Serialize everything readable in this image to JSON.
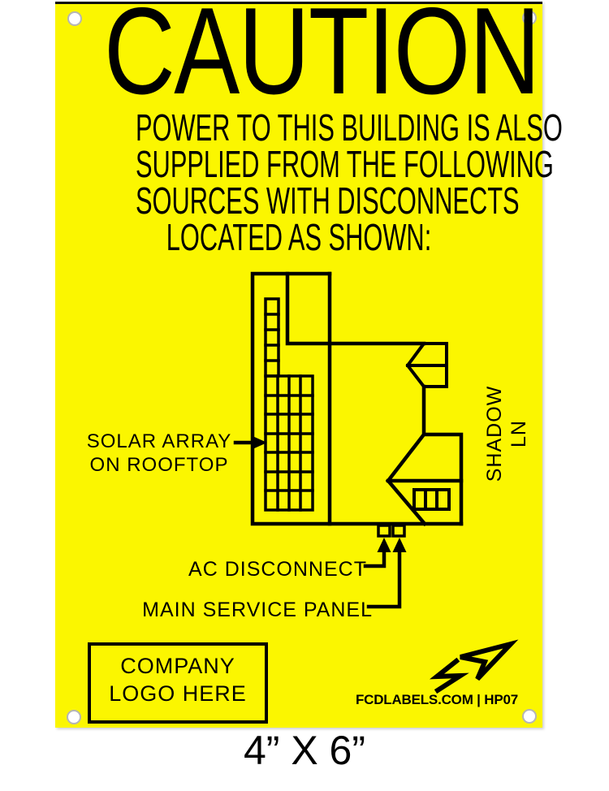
{
  "sign": {
    "title": "CAUTION",
    "subtitle_lines": [
      "POWER TO THIS BUILDING IS ALSO",
      "SUPPLIED FROM THE FOLLOWING",
      "SOURCES WITH DISCONNECTS",
      "LOCATED AS SHOWN:"
    ],
    "diagram": {
      "labels": {
        "solar_line1": "SOLAR ARRAY",
        "solar_line2": "ON ROOFTOP",
        "ac_disconnect": "AC DISCONNECT",
        "main_service_panel": "MAIN SERVICE PANEL",
        "street": "SHADOW LN"
      },
      "icons": [
        "north-arrow-icon"
      ]
    },
    "logo_box": {
      "line1": "COMPANY",
      "line2": "LOGO HERE"
    },
    "footer": "FCDLABELS.COM | HP07",
    "colors": {
      "background": "#FBF600",
      "ink": "#000000",
      "hole_ring": "#B5B5B5"
    }
  },
  "caption": "4” X 6”"
}
